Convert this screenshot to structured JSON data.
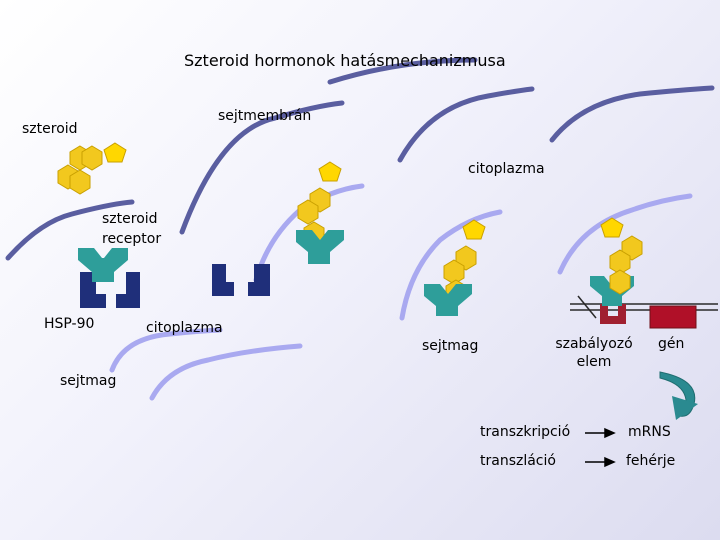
{
  "title": "Szteroid hormonok hatásmechanizmusa",
  "labels": {
    "membrane": "sejtmembrán",
    "steroid": "szteroid",
    "cytoplasm_top": "citoplazma",
    "receptor": "szteroid\nreceptor",
    "hsp": "HSP-90",
    "cytoplasm_bottom": "citoplazma",
    "nucleus_left": "sejtmag",
    "nucleus_mid": "sejtmag",
    "regulator": "szabályozó\nelem",
    "gene": "gén",
    "transcription": "transzkripció",
    "mrna": "mRNS",
    "translation": "transzláció",
    "protein": "fehérje"
  },
  "colors": {
    "membrane_dark": "#5a5ea0",
    "membrane_light": "#a9a9f0",
    "hexagon": "#f2c81e",
    "pentagon": "#ffd700",
    "receptor": "#2e9e9a",
    "hsp90": "#1f2f7a",
    "dna": "#2a2a2a",
    "regulator": "#a02030",
    "gene_box": "#b01028",
    "arrow_curve": "#2a8a90"
  }
}
